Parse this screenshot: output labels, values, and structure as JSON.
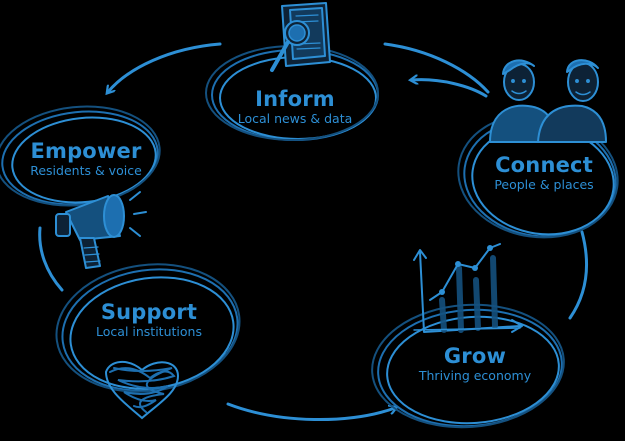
{
  "colors": {
    "accent": "#2d8fd5",
    "dark_stroke": "#123a5c",
    "background": "#000000"
  },
  "nodes": {
    "inform": {
      "title": "Inform",
      "subtitle": "Local news & data",
      "icon": "newspaper-magnifier-icon"
    },
    "connect": {
      "title": "Connect",
      "subtitle": "People & places",
      "icon": "two-people-icon"
    },
    "grow": {
      "title": "Grow",
      "subtitle": "Thriving economy",
      "icon": "line-chart-icon"
    },
    "support": {
      "title": "Support",
      "subtitle": "Local institutions",
      "icon": "scribble-heart-icon"
    },
    "empower": {
      "title": "Empower",
      "subtitle": "Residents & voice",
      "icon": "megaphone-icon"
    }
  }
}
